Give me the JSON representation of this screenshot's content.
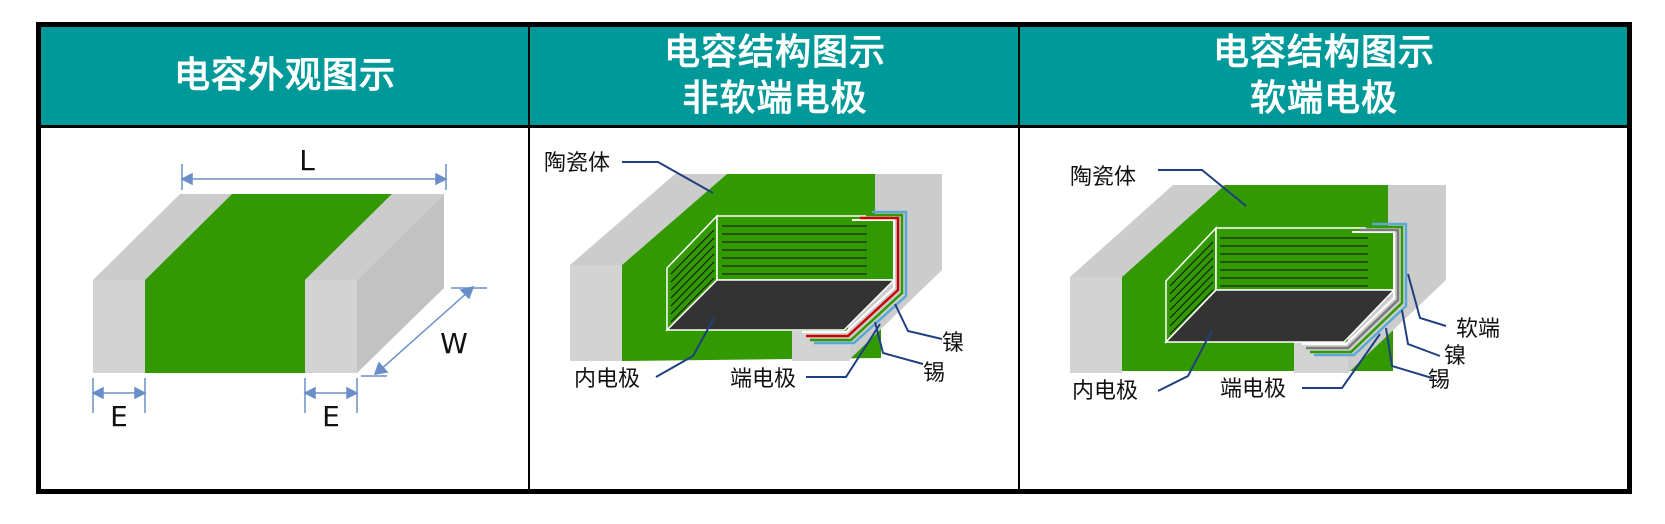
{
  "headers": {
    "col1": [
      "电容外观图示"
    ],
    "col2": [
      "电容结构图示",
      "非软端电极"
    ],
    "col3": [
      "电容结构图示",
      "软端电极"
    ]
  },
  "panel1": {
    "length_label": "L",
    "width_label": "W",
    "end_left_label": "E",
    "end_right_label": "E"
  },
  "panel2": {
    "ceramic_label": "陶瓷体",
    "inner_electrode_label": "内电极",
    "terminal_electrode_label": "端电极",
    "nickel_label": "镍",
    "tin_label": "锡"
  },
  "panel3": {
    "ceramic_label": "陶瓷体",
    "inner_electrode_label": "内电极",
    "terminal_electrode_label": "端电极",
    "soft_term_label": "软端",
    "nickel_label": "镍",
    "tin_label": "锡"
  },
  "colors": {
    "header_bg": "#009999",
    "ceramic_green": "#339900",
    "terminal_gray": "#cccccc",
    "core_dark": "#333333",
    "leader_line": "#1f3f80"
  }
}
